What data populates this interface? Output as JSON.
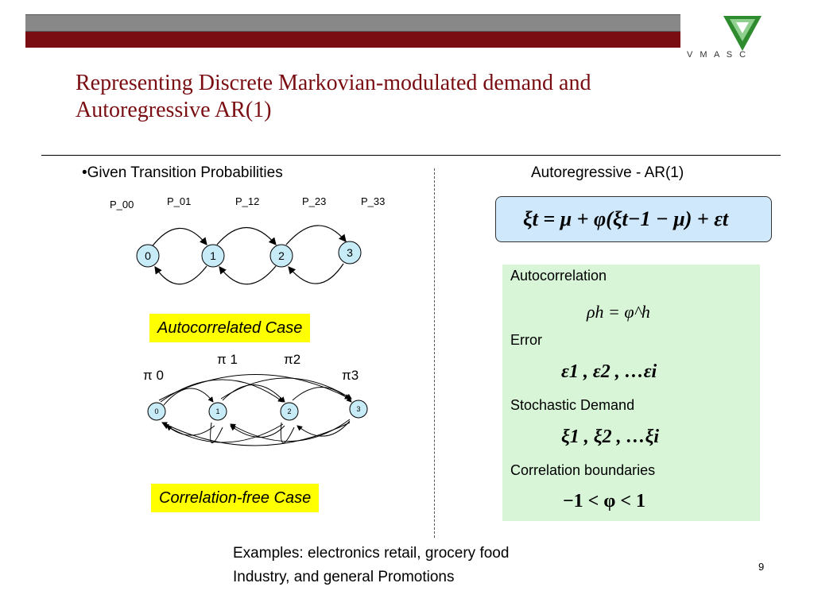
{
  "header": {
    "logo_text": "V M A S C"
  },
  "title": "Representing Discrete Markovian-modulated demand and Autoregressive  AR(1)",
  "left": {
    "bullet": "•Given Transition Probabilities",
    "prob_labels": [
      "P_00",
      "P_01",
      "P_12",
      "P_23",
      "P_33"
    ],
    "states": [
      "0",
      "1",
      "2",
      "3"
    ],
    "autocorrelated_label": "Autocorrelated Case",
    "pi_labels": [
      "π  0",
      "π  1",
      "π2",
      "π3"
    ],
    "correlation_free_label": "Correlation-free Case"
  },
  "right": {
    "heading": "Autoregressive - AR(1)",
    "formula": "ξt = μ + φ(ξt−1 − μ) + εt",
    "autocorrelation_label": "Autocorrelation",
    "autocorrelation_formula": "ρh = φ^h",
    "error_label": "Error",
    "error_formula": "ε1 , ε2 , …εi",
    "demand_label": "Stochastic Demand",
    "demand_formula": "ξ1 , ξ2 , …ξi",
    "boundaries_label": "Correlation boundaries",
    "boundaries_formula": "−1 < φ < 1"
  },
  "footer": {
    "examples_line1": "Examples: electronics retail, grocery food",
    "examples_line2": "Industry, and general Promotions",
    "page_number": "9"
  },
  "colors": {
    "title": "#7a0d12",
    "bar_red": "#7a0d12",
    "bar_gray": "#888888",
    "logo_green": "#2e8b2e",
    "highlight": "#ffff00",
    "formula_box": "#cfe8fb",
    "green_box": "#d8f5d8",
    "state_fill": "#c7ecf7"
  }
}
